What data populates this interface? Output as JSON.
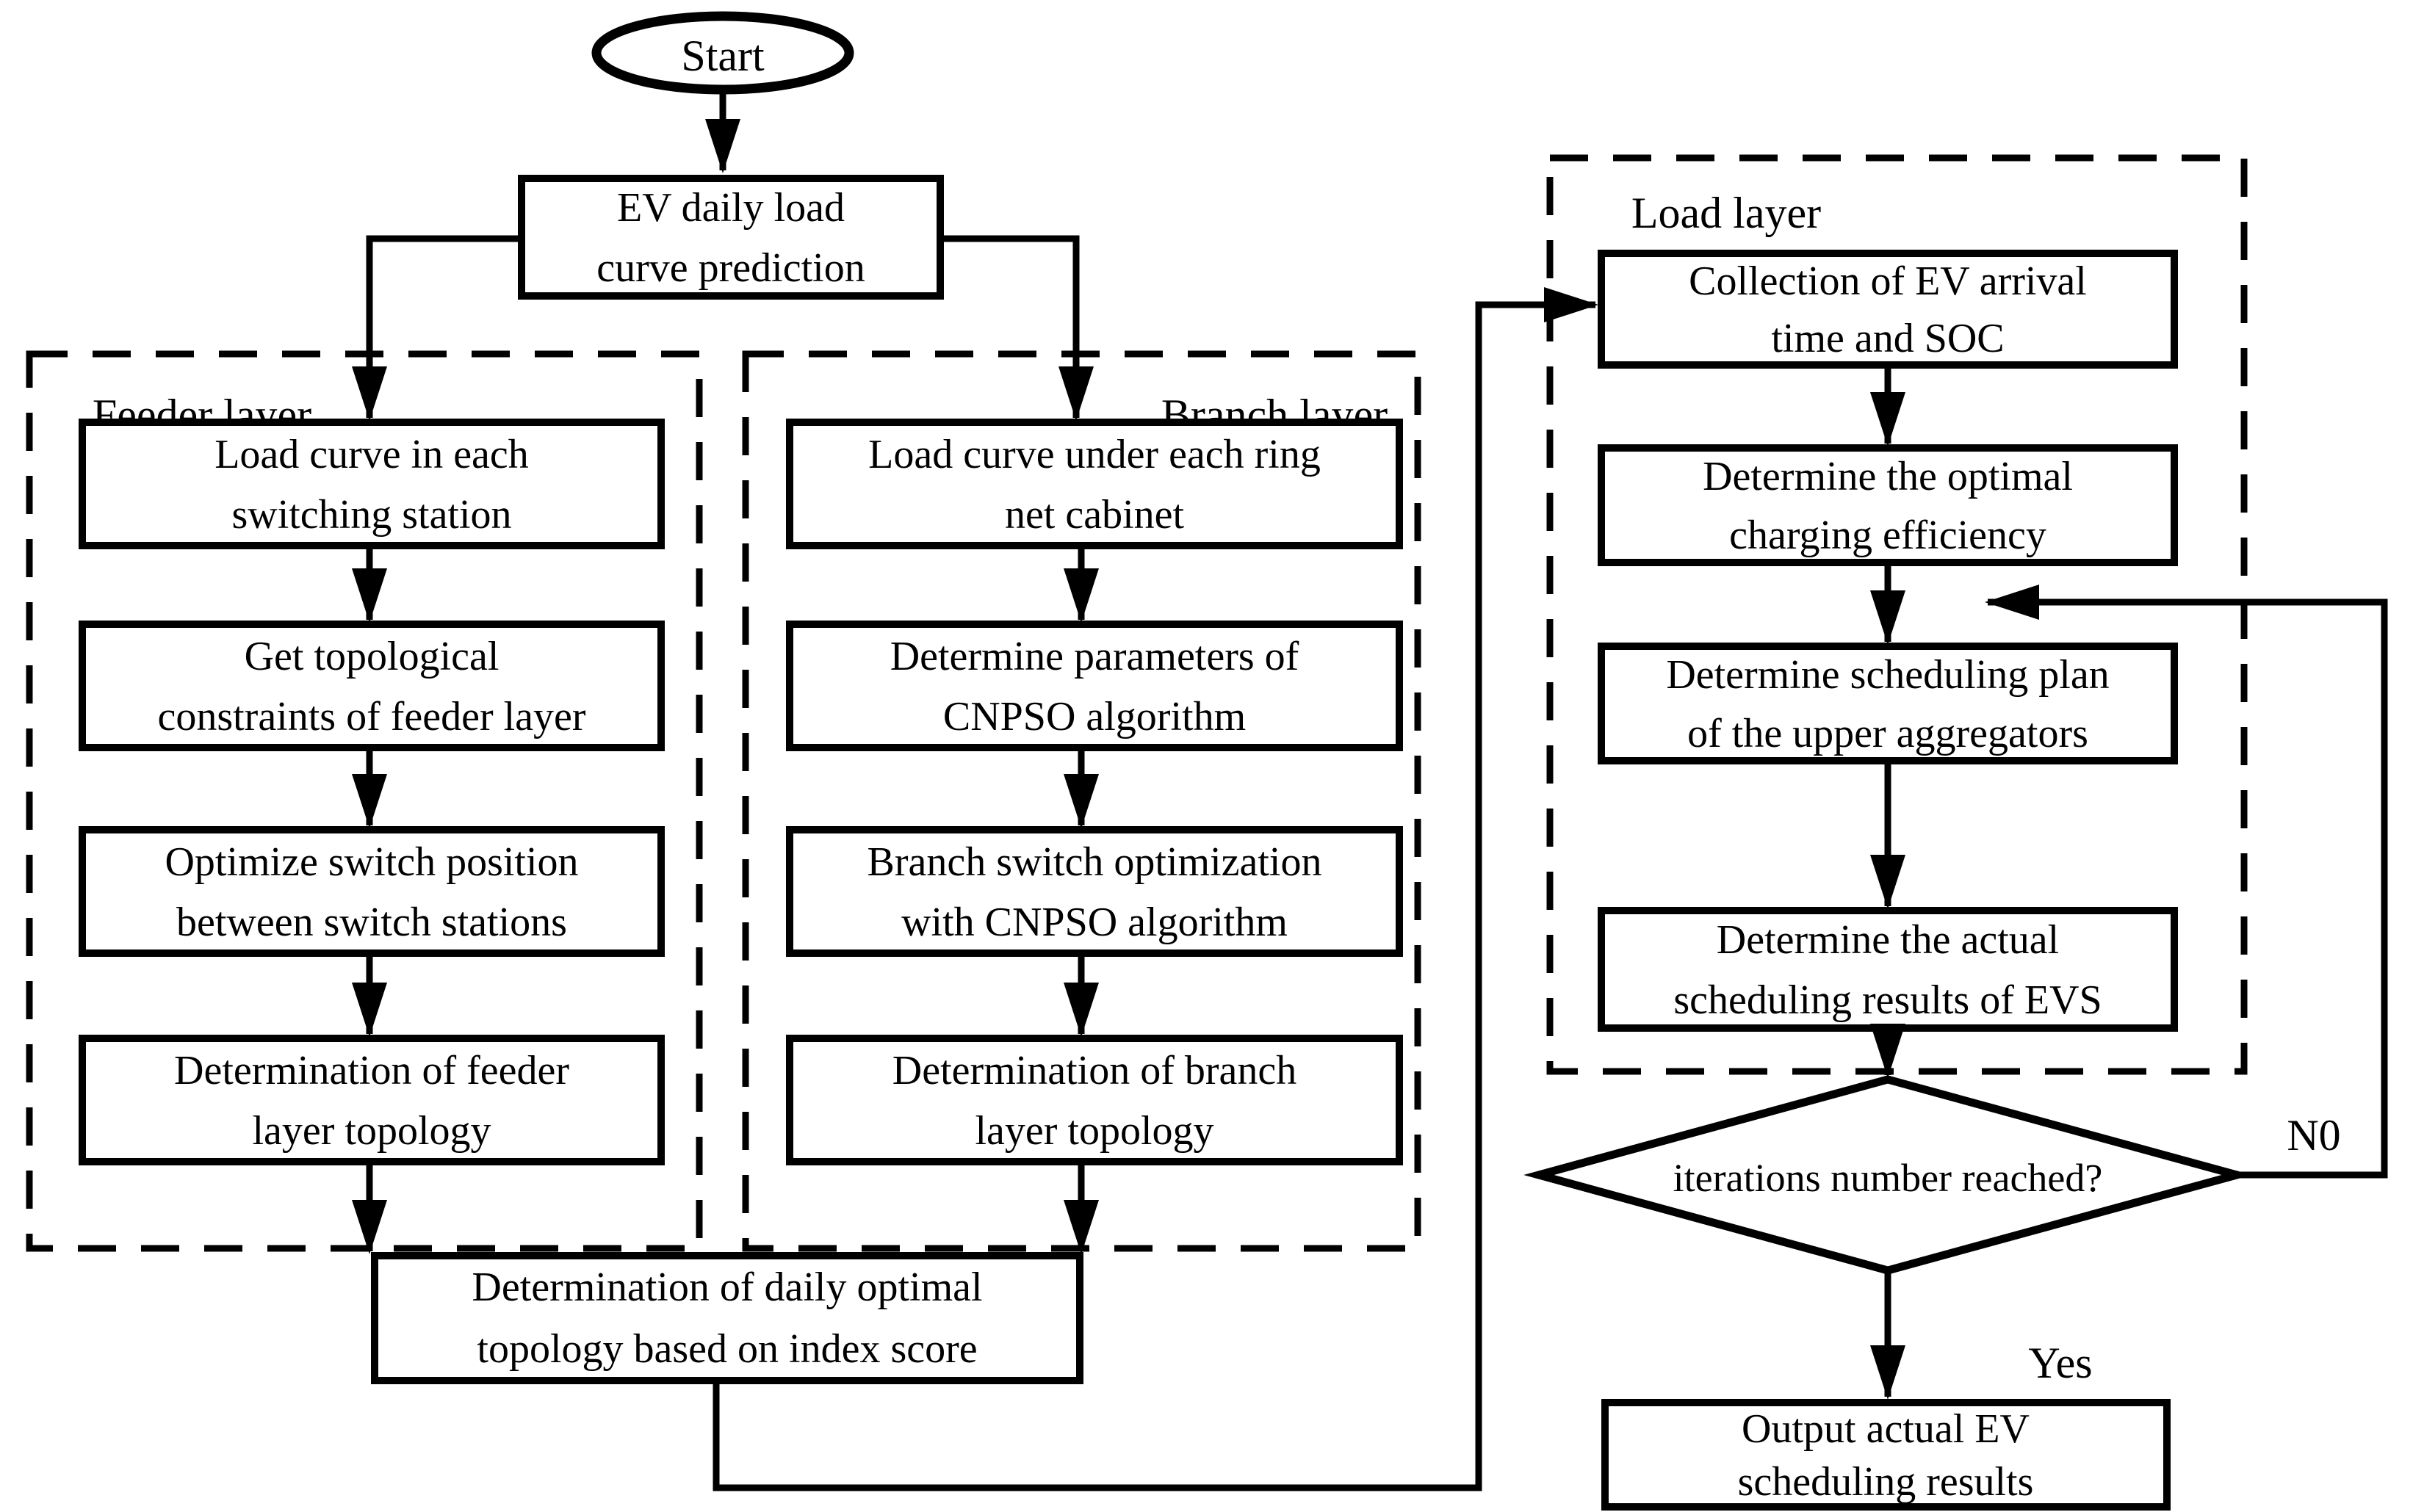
{
  "colors": {
    "line": "#000000",
    "accent": "#ff0000",
    "background": "#ffffff"
  },
  "nodes": {
    "start": {
      "label": "Start"
    },
    "ev_prediction": {
      "lines": [
        "EV daily load",
        "curve prediction"
      ]
    },
    "daily_topology": {
      "lines": [
        "Determination of daily optimal",
        "topology based on index score"
      ]
    },
    "decision": {
      "question": "iterations number  reached?"
    },
    "output": {
      "lines": [
        "Output actual EV",
        "scheduling results"
      ]
    }
  },
  "layers": {
    "feeder": {
      "label": "Feeder layer",
      "boxes": [
        {
          "lines": [
            "Load curve in each",
            "switching station"
          ]
        },
        {
          "lines": [
            "Get  topological",
            "constraints of feeder layer"
          ]
        },
        {
          "lines": [
            "Optimize switch position",
            "between switch stations"
          ]
        },
        {
          "lines": [
            "Determination of feeder",
            "layer topology"
          ]
        }
      ]
    },
    "branch": {
      "label": "Branch layer",
      "boxes": [
        {
          "lines": [
            "Load curve under each ring",
            "net cabinet"
          ]
        },
        {
          "lines": [
            "Determine parameters of",
            "CNPSO algorithm"
          ]
        },
        {
          "lines": [
            "Branch switch optimization",
            "with CNPSO algorithm"
          ]
        },
        {
          "lines": [
            "Determination of branch",
            "layer topology"
          ]
        }
      ]
    },
    "load": {
      "label": "Load layer",
      "boxes": [
        {
          "lines": [
            "Collection of EV arrival",
            "time and SOC"
          ]
        },
        {
          "lines": [
            "Determine the optimal",
            "charging efficiency"
          ]
        },
        {
          "lines": [
            "Determine scheduling plan",
            "of the upper aggregators"
          ]
        },
        {
          "lines": [
            "Determine the actual",
            "scheduling results of EVS"
          ]
        }
      ]
    }
  },
  "edges": {
    "no_label": "N0",
    "yes_label": "Yes"
  }
}
